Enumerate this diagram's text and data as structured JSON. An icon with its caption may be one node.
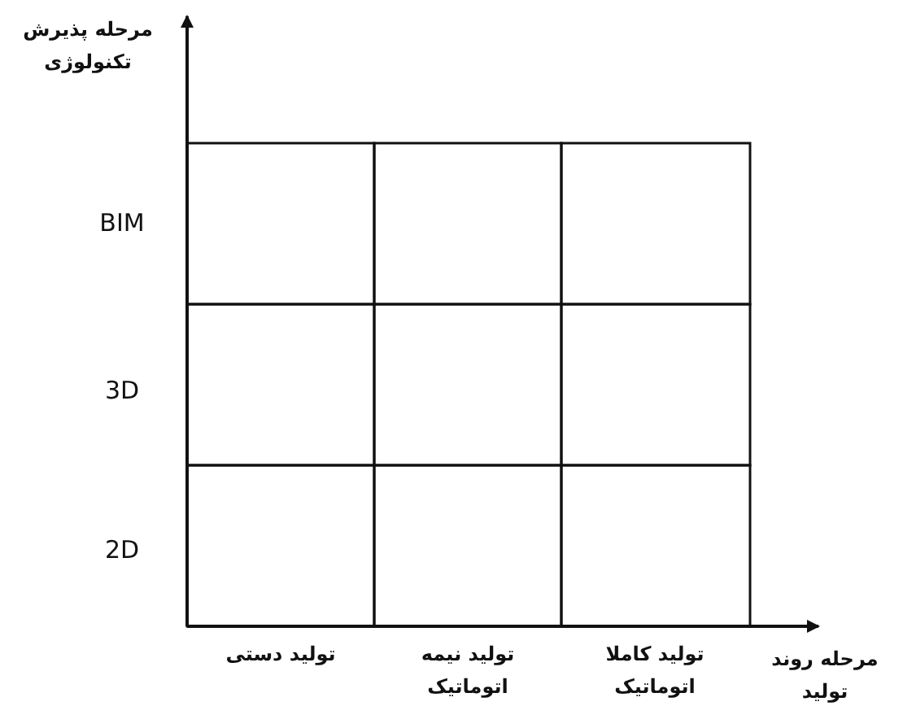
{
  "diagram": {
    "labels": [
      "مرحله پذیرش تکنولوژی",
      "BIM",
      "3D",
      "2D",
      "تولید دستی",
      "تولید نیمه اتوماتیک",
      "تولید کاملا اتوماتیک",
      "مرحله روند تولید"
    ]
  }
}
